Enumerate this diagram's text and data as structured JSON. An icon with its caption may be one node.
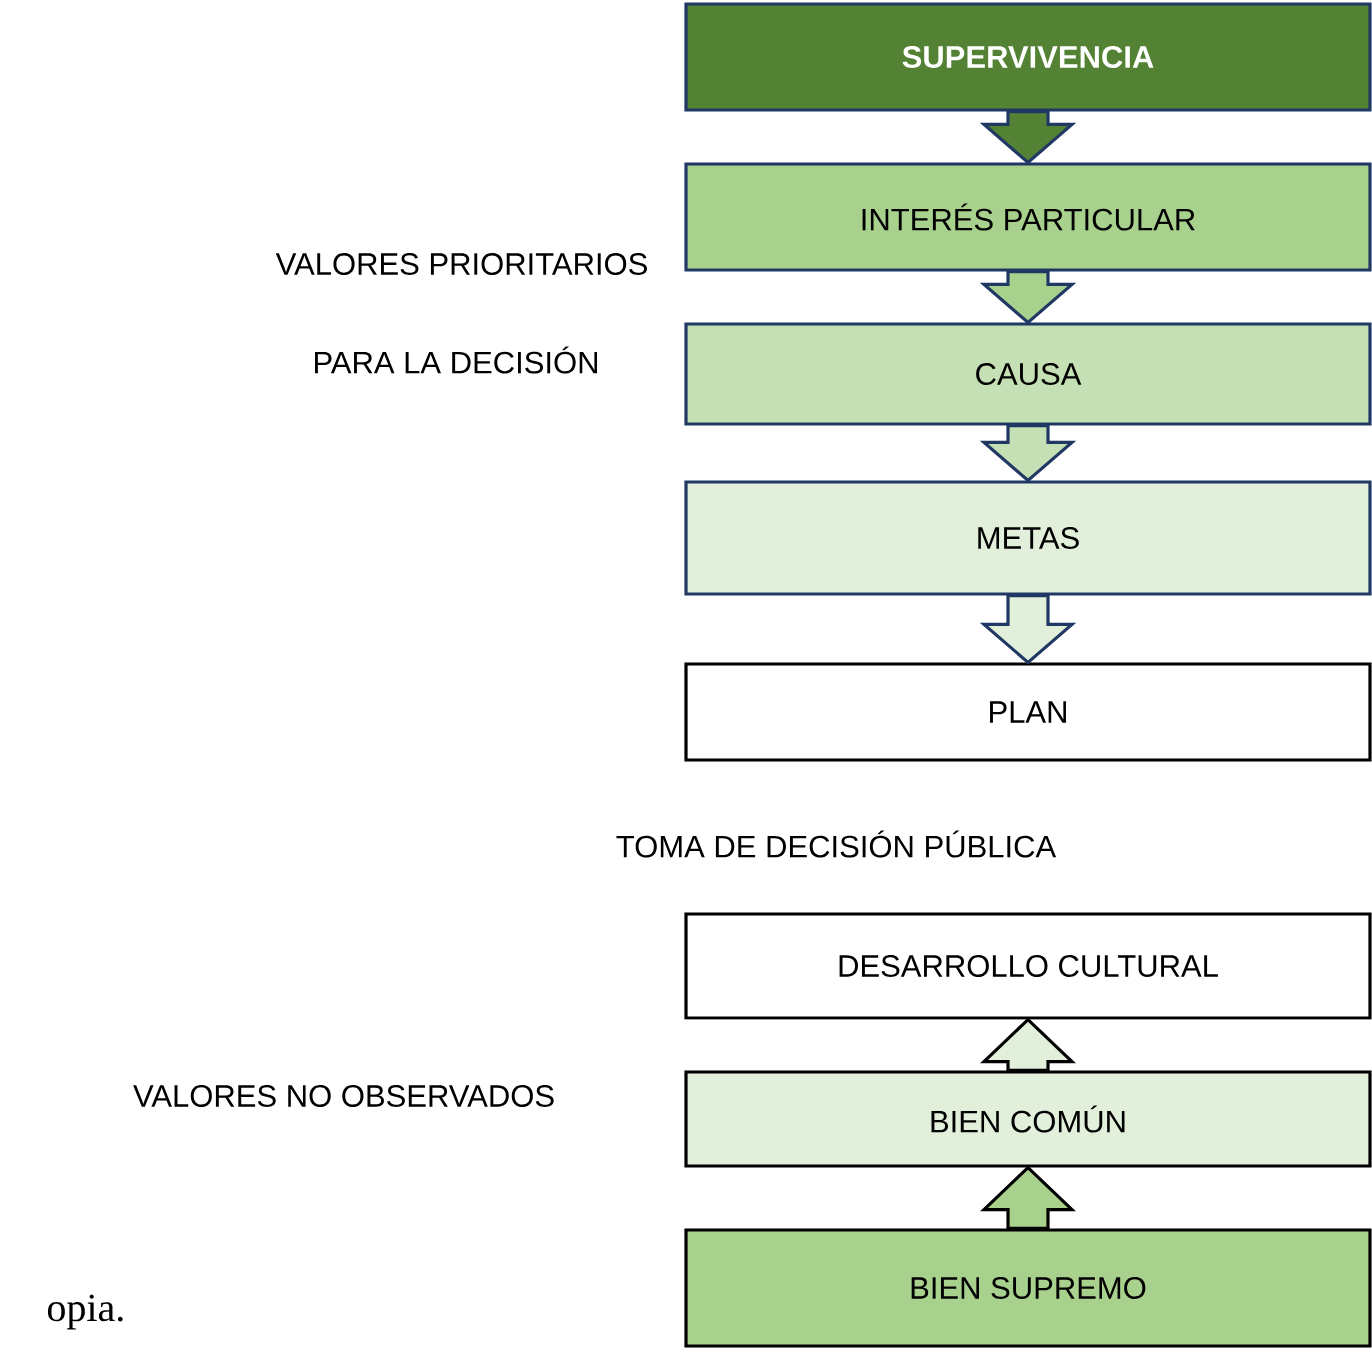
{
  "diagram": {
    "nodes": [
      {
        "text": [
          "SUPERVIVENCIA"
        ]
      },
      {
        "text": [
          "INTERÉS PARTICULAR"
        ]
      },
      {
        "text": [
          "CAUSA"
        ]
      },
      {
        "text": [
          "METAS"
        ]
      },
      {
        "text": [
          "PLAN"
        ]
      },
      {
        "text": [
          "DESARROLLO CULTURAL"
        ]
      },
      {
        "text": [
          "BIEN COMÚN"
        ]
      },
      {
        "text": [
          "BIEN SUPREMO"
        ]
      }
    ],
    "edges": [
      {
        "from": 0,
        "to": 1,
        "arrow": "to"
      },
      {
        "from": 1,
        "to": 2,
        "arrow": "to"
      },
      {
        "from": 2,
        "to": 3,
        "arrow": "to"
      },
      {
        "from": 3,
        "to": 4,
        "arrow": "to"
      },
      {
        "from": 7,
        "to": 6,
        "arrow": "to",
        "color": "#000000"
      },
      {
        "from": 6,
        "to": 5,
        "arrow": "to",
        "color": "#000000"
      }
    ],
    "labels": [
      "VALORES PRIORITARIOS",
      "PARA LA DECISIÓN",
      "TOMA DE DECISIÓN PÚBLICA",
      "VALORES NO OBSERVADOS",
      "opia."
    ]
  }
}
